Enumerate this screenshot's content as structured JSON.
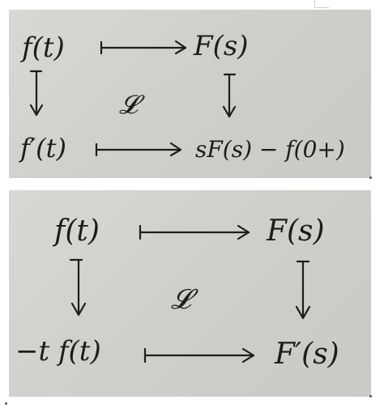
{
  "diagrams": [
    {
      "top_left": "f(t)",
      "top_right": "F(s)",
      "bottom_left": "f′(t)",
      "bottom_right": "sF(s) − f(0+)",
      "center": "𝓛"
    },
    {
      "top_left": "f(t)",
      "top_right": "F(s)",
      "bottom_left": "−t f(t)",
      "bottom_right": "F′(s)",
      "center": "𝓛"
    }
  ]
}
